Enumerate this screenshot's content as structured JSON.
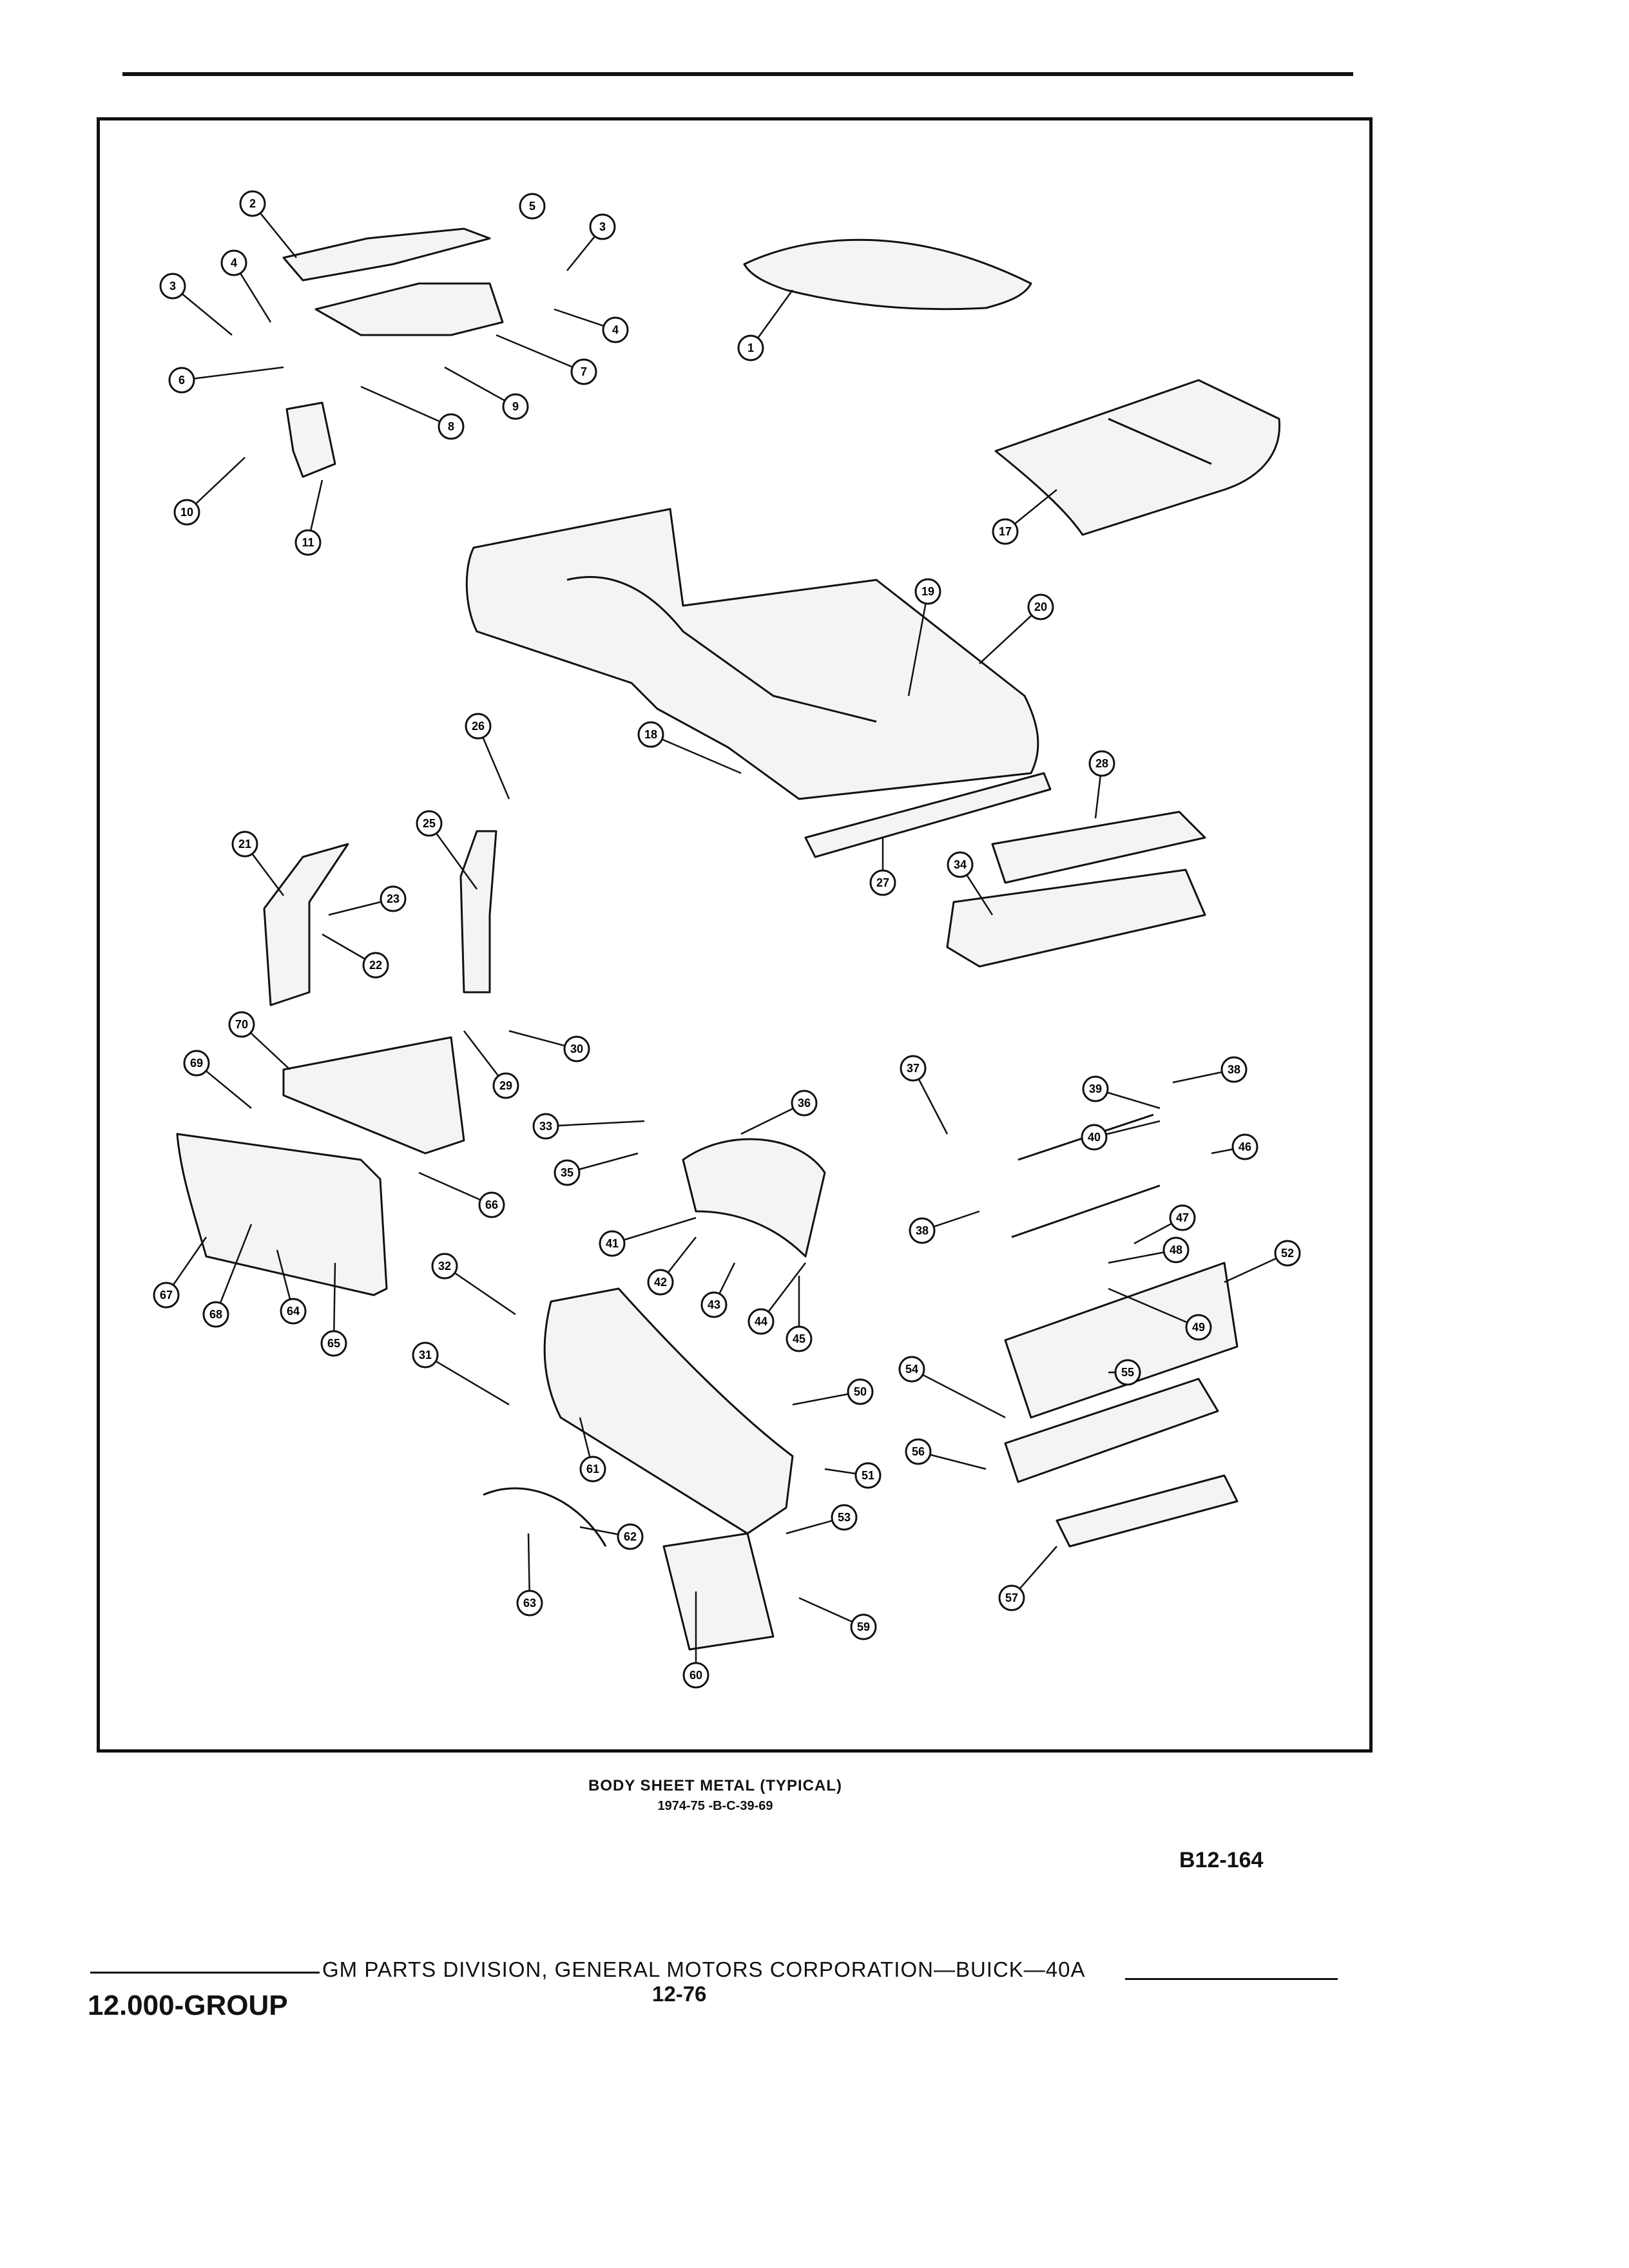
{
  "caption": {
    "title": "BODY SHEET METAL (TYPICAL)",
    "subtitle": "1974-75 -B-C-39-69"
  },
  "figure_code": "B12-164",
  "footer": {
    "group": "12.000-GROUP",
    "corporation": "GM PARTS DIVISION, GENERAL MOTORS CORPORATION—BUICK—40A",
    "page": "12-76"
  },
  "callouts": [
    {
      "label": "1"
    },
    {
      "label": "2"
    },
    {
      "label": "3"
    },
    {
      "label": "3"
    },
    {
      "label": "4"
    },
    {
      "label": "4"
    },
    {
      "label": "5"
    },
    {
      "label": "6"
    },
    {
      "label": "7"
    },
    {
      "label": "8"
    },
    {
      "label": "9"
    },
    {
      "label": "10"
    },
    {
      "label": "11"
    },
    {
      "label": "17"
    },
    {
      "label": "18"
    },
    {
      "label": "19"
    },
    {
      "label": "20"
    },
    {
      "label": "21"
    },
    {
      "label": "22"
    },
    {
      "label": "23"
    },
    {
      "label": "25"
    },
    {
      "label": "26"
    },
    {
      "label": "27"
    },
    {
      "label": "28"
    },
    {
      "label": "29"
    },
    {
      "label": "30"
    },
    {
      "label": "31"
    },
    {
      "label": "32"
    },
    {
      "label": "33"
    },
    {
      "label": "34"
    },
    {
      "label": "35"
    },
    {
      "label": "36"
    },
    {
      "label": "37"
    },
    {
      "label": "38"
    },
    {
      "label": "38"
    },
    {
      "label": "39"
    },
    {
      "label": "40"
    },
    {
      "label": "41"
    },
    {
      "label": "42"
    },
    {
      "label": "43"
    },
    {
      "label": "44"
    },
    {
      "label": "45"
    },
    {
      "label": "46"
    },
    {
      "label": "47"
    },
    {
      "label": "48"
    },
    {
      "label": "49"
    },
    {
      "label": "50"
    },
    {
      "label": "51"
    },
    {
      "label": "52"
    },
    {
      "label": "53"
    },
    {
      "label": "54"
    },
    {
      "label": "55"
    },
    {
      "label": "56"
    },
    {
      "label": "57"
    },
    {
      "label": "59"
    },
    {
      "label": "60"
    },
    {
      "label": "61"
    },
    {
      "label": "62"
    },
    {
      "label": "63"
    },
    {
      "label": "64"
    },
    {
      "label": "65"
    },
    {
      "label": "66"
    },
    {
      "label": "67"
    },
    {
      "label": "68"
    },
    {
      "label": "69"
    },
    {
      "label": "70"
    }
  ]
}
